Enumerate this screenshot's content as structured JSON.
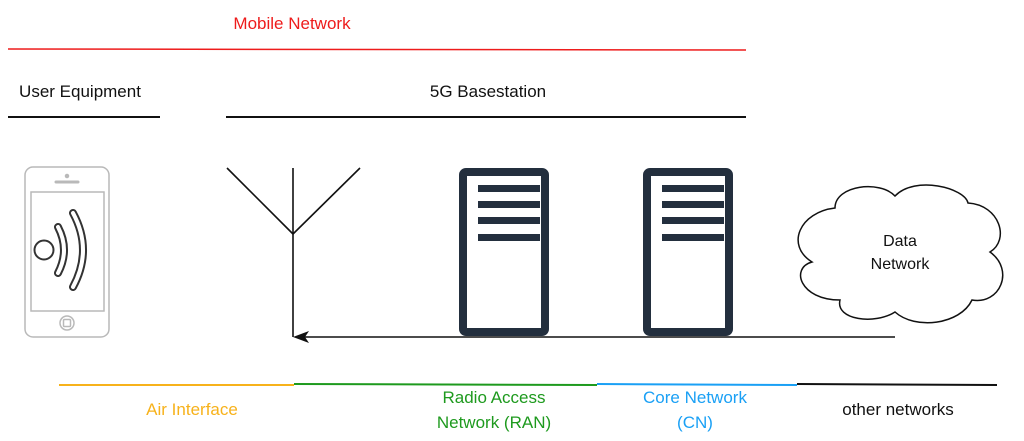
{
  "title": "Mobile Network",
  "sections": {
    "user_equipment": "User Equipment",
    "basestation": "5G Basestation"
  },
  "cloud": {
    "line1": "Data",
    "line2": "Network"
  },
  "segments": [
    {
      "label1": "Air Interface",
      "label2": "",
      "color": "#f7b21b"
    },
    {
      "label1": "Radio Access",
      "label2": "Network (RAN)",
      "color": "#1e9a1e"
    },
    {
      "label1": "Core Network",
      "label2": "(CN)",
      "color": "#1aa0f5"
    },
    {
      "label1": "other networks",
      "label2": "",
      "color": "#111111"
    }
  ],
  "colors": {
    "title": "#ee1c1c",
    "server": "#232f3e",
    "phone": "#b9b9b9"
  }
}
